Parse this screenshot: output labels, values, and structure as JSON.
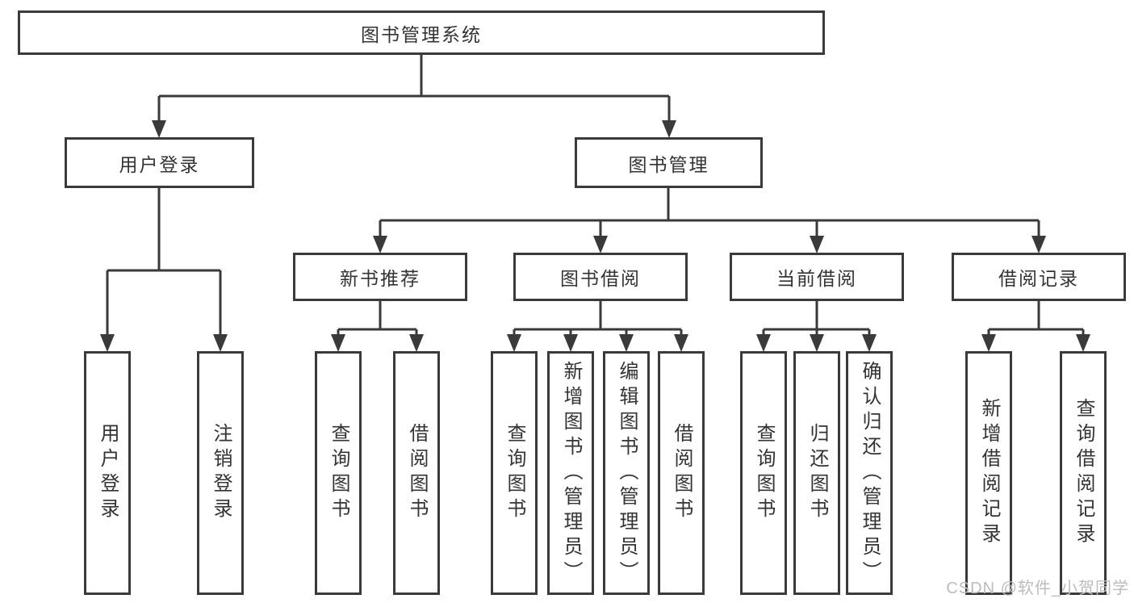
{
  "diagram": {
    "root": {
      "label": "图书管理系统",
      "children": [
        {
          "label": "用户登录",
          "children": [
            {
              "label": "用户登录"
            },
            {
              "label": "注销登录"
            }
          ]
        },
        {
          "label": "图书管理",
          "children": [
            {
              "label": "新书推荐",
              "children": [
                {
                  "label": "查询图书"
                },
                {
                  "label": "借阅图书"
                }
              ]
            },
            {
              "label": "图书借阅",
              "children": [
                {
                  "label": "查询图书"
                },
                {
                  "label": "新增图书（管理员）"
                },
                {
                  "label": "编辑图书（管理员）"
                },
                {
                  "label": "借阅图书"
                }
              ]
            },
            {
              "label": "当前借阅",
              "children": [
                {
                  "label": "查询图书"
                },
                {
                  "label": "归还图书"
                },
                {
                  "label": "确认归还（管理员）"
                }
              ]
            },
            {
              "label": "借阅记录",
              "children": [
                {
                  "label": "新增借阅记录"
                },
                {
                  "label": "查询借阅记录"
                }
              ]
            }
          ]
        }
      ]
    }
  },
  "colors": {
    "line": "#3a3a3a",
    "text": "#333333",
    "watermark": "#bcbcbc"
  },
  "watermark": "CSDN @软件_小贺同学"
}
